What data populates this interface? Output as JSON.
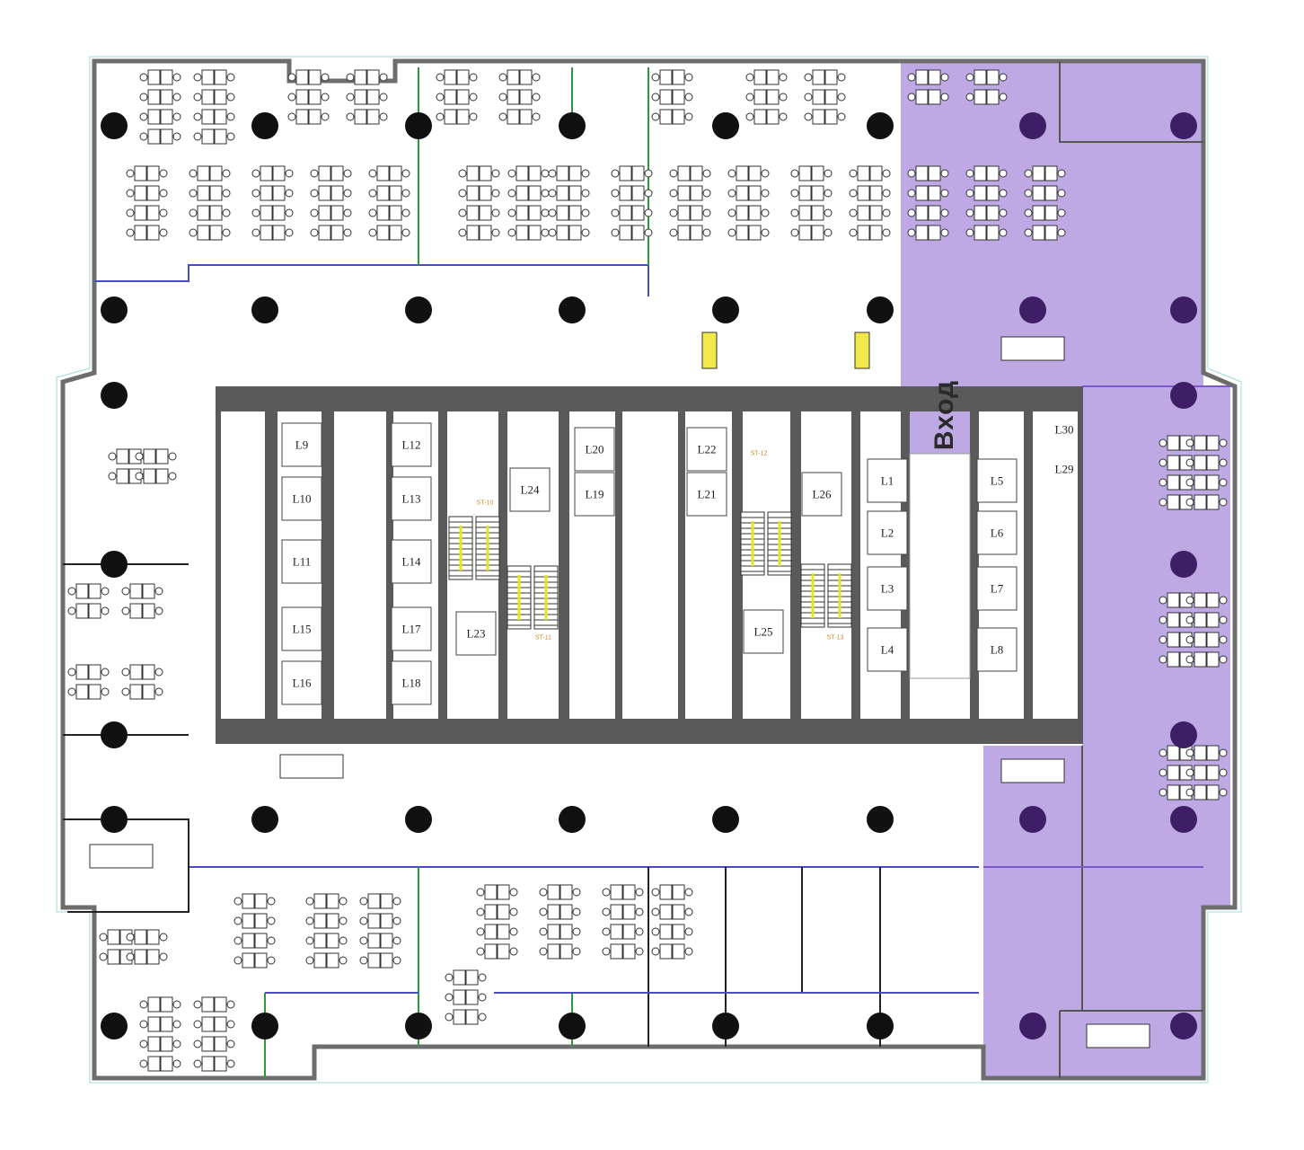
{
  "plan": {
    "entrance_label": "Вход",
    "highlight_color": "#b39ae0",
    "column_color": "#111111",
    "core_color": "#5a5a5a",
    "elevators": [
      {
        "label": "L1"
      },
      {
        "label": "L2"
      },
      {
        "label": "L3"
      },
      {
        "label": "L4"
      },
      {
        "label": "L5"
      },
      {
        "label": "L6"
      },
      {
        "label": "L7"
      },
      {
        "label": "L8"
      },
      {
        "label": "L9"
      },
      {
        "label": "L10"
      },
      {
        "label": "L11"
      },
      {
        "label": "L12"
      },
      {
        "label": "L13"
      },
      {
        "label": "L14"
      },
      {
        "label": "L15"
      },
      {
        "label": "L16"
      },
      {
        "label": "L17"
      },
      {
        "label": "L18"
      },
      {
        "label": "L19"
      },
      {
        "label": "L20"
      },
      {
        "label": "L21"
      },
      {
        "label": "L22"
      },
      {
        "label": "L23"
      },
      {
        "label": "L24"
      },
      {
        "label": "L25"
      },
      {
        "label": "L26"
      },
      {
        "label": "L29"
      },
      {
        "label": "L30"
      }
    ],
    "stairs": [
      "ST-10",
      "ST-11",
      "ST-12",
      "ST-13"
    ]
  }
}
